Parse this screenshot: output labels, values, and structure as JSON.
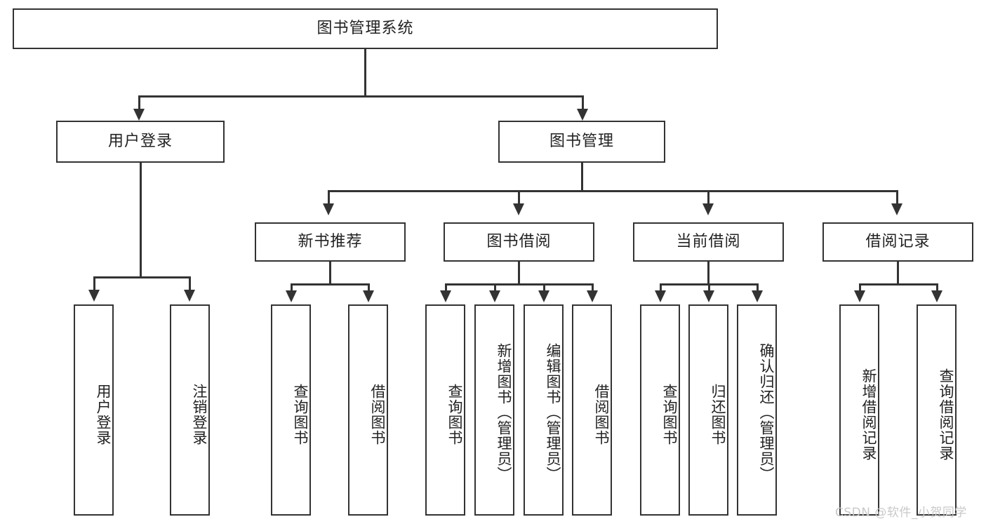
{
  "diagram": {
    "title_node": {
      "id": "root",
      "label": "图书管理系统",
      "orientation": "horizontal"
    },
    "level2": [
      {
        "id": "user-login",
        "label": "用户登录",
        "orientation": "horizontal"
      },
      {
        "id": "book-management",
        "label": "图书管理",
        "orientation": "horizontal"
      }
    ],
    "level3": [
      {
        "id": "new-book-recommend",
        "label": "新书推荐",
        "orientation": "horizontal",
        "parent": "book-management"
      },
      {
        "id": "book-borrow",
        "label": "图书借阅",
        "orientation": "horizontal",
        "parent": "book-management"
      },
      {
        "id": "current-borrow",
        "label": "当前借阅",
        "orientation": "horizontal",
        "parent": "book-management"
      },
      {
        "id": "borrow-record",
        "label": "借阅记录",
        "orientation": "horizontal",
        "parent": "book-management"
      }
    ],
    "leaves": [
      {
        "id": "leaf-user-login",
        "label": "用户登录",
        "orientation": "vertical",
        "parent": "user-login"
      },
      {
        "id": "leaf-logout",
        "label": "注销登录",
        "orientation": "vertical",
        "parent": "user-login"
      },
      {
        "id": "leaf-query-book-1",
        "label": "查询图书",
        "orientation": "vertical",
        "parent": "new-book-recommend"
      },
      {
        "id": "leaf-borrow-book-1",
        "label": "借阅图书",
        "orientation": "vertical",
        "parent": "new-book-recommend"
      },
      {
        "id": "leaf-query-book-2",
        "label": "查询图书",
        "orientation": "vertical",
        "parent": "book-borrow"
      },
      {
        "id": "leaf-add-book",
        "label": "新增图书（管理员）",
        "orientation": "vertical",
        "parent": "book-borrow"
      },
      {
        "id": "leaf-edit-book",
        "label": "编辑图书（管理员）",
        "orientation": "vertical",
        "parent": "book-borrow"
      },
      {
        "id": "leaf-borrow-book-2",
        "label": "借阅图书",
        "orientation": "vertical",
        "parent": "book-borrow"
      },
      {
        "id": "leaf-query-book-3",
        "label": "查询图书",
        "orientation": "vertical",
        "parent": "current-borrow"
      },
      {
        "id": "leaf-return-book",
        "label": "归还图书",
        "orientation": "vertical",
        "parent": "current-borrow"
      },
      {
        "id": "leaf-confirm-return",
        "label": "确认归还（管理员）",
        "orientation": "vertical",
        "parent": "current-borrow"
      },
      {
        "id": "leaf-add-record",
        "label": "新增借阅记录",
        "orientation": "vertical",
        "parent": "borrow-record"
      },
      {
        "id": "leaf-query-record",
        "label": "查询借阅记录",
        "orientation": "vertical",
        "parent": "borrow-record"
      }
    ]
  },
  "watermark": {
    "text": "CSDN @软件_小贺同学"
  },
  "colors": {
    "stroke": "#333333",
    "background": "#ffffff",
    "text": "#222222",
    "watermark": "#c9c9c9"
  }
}
